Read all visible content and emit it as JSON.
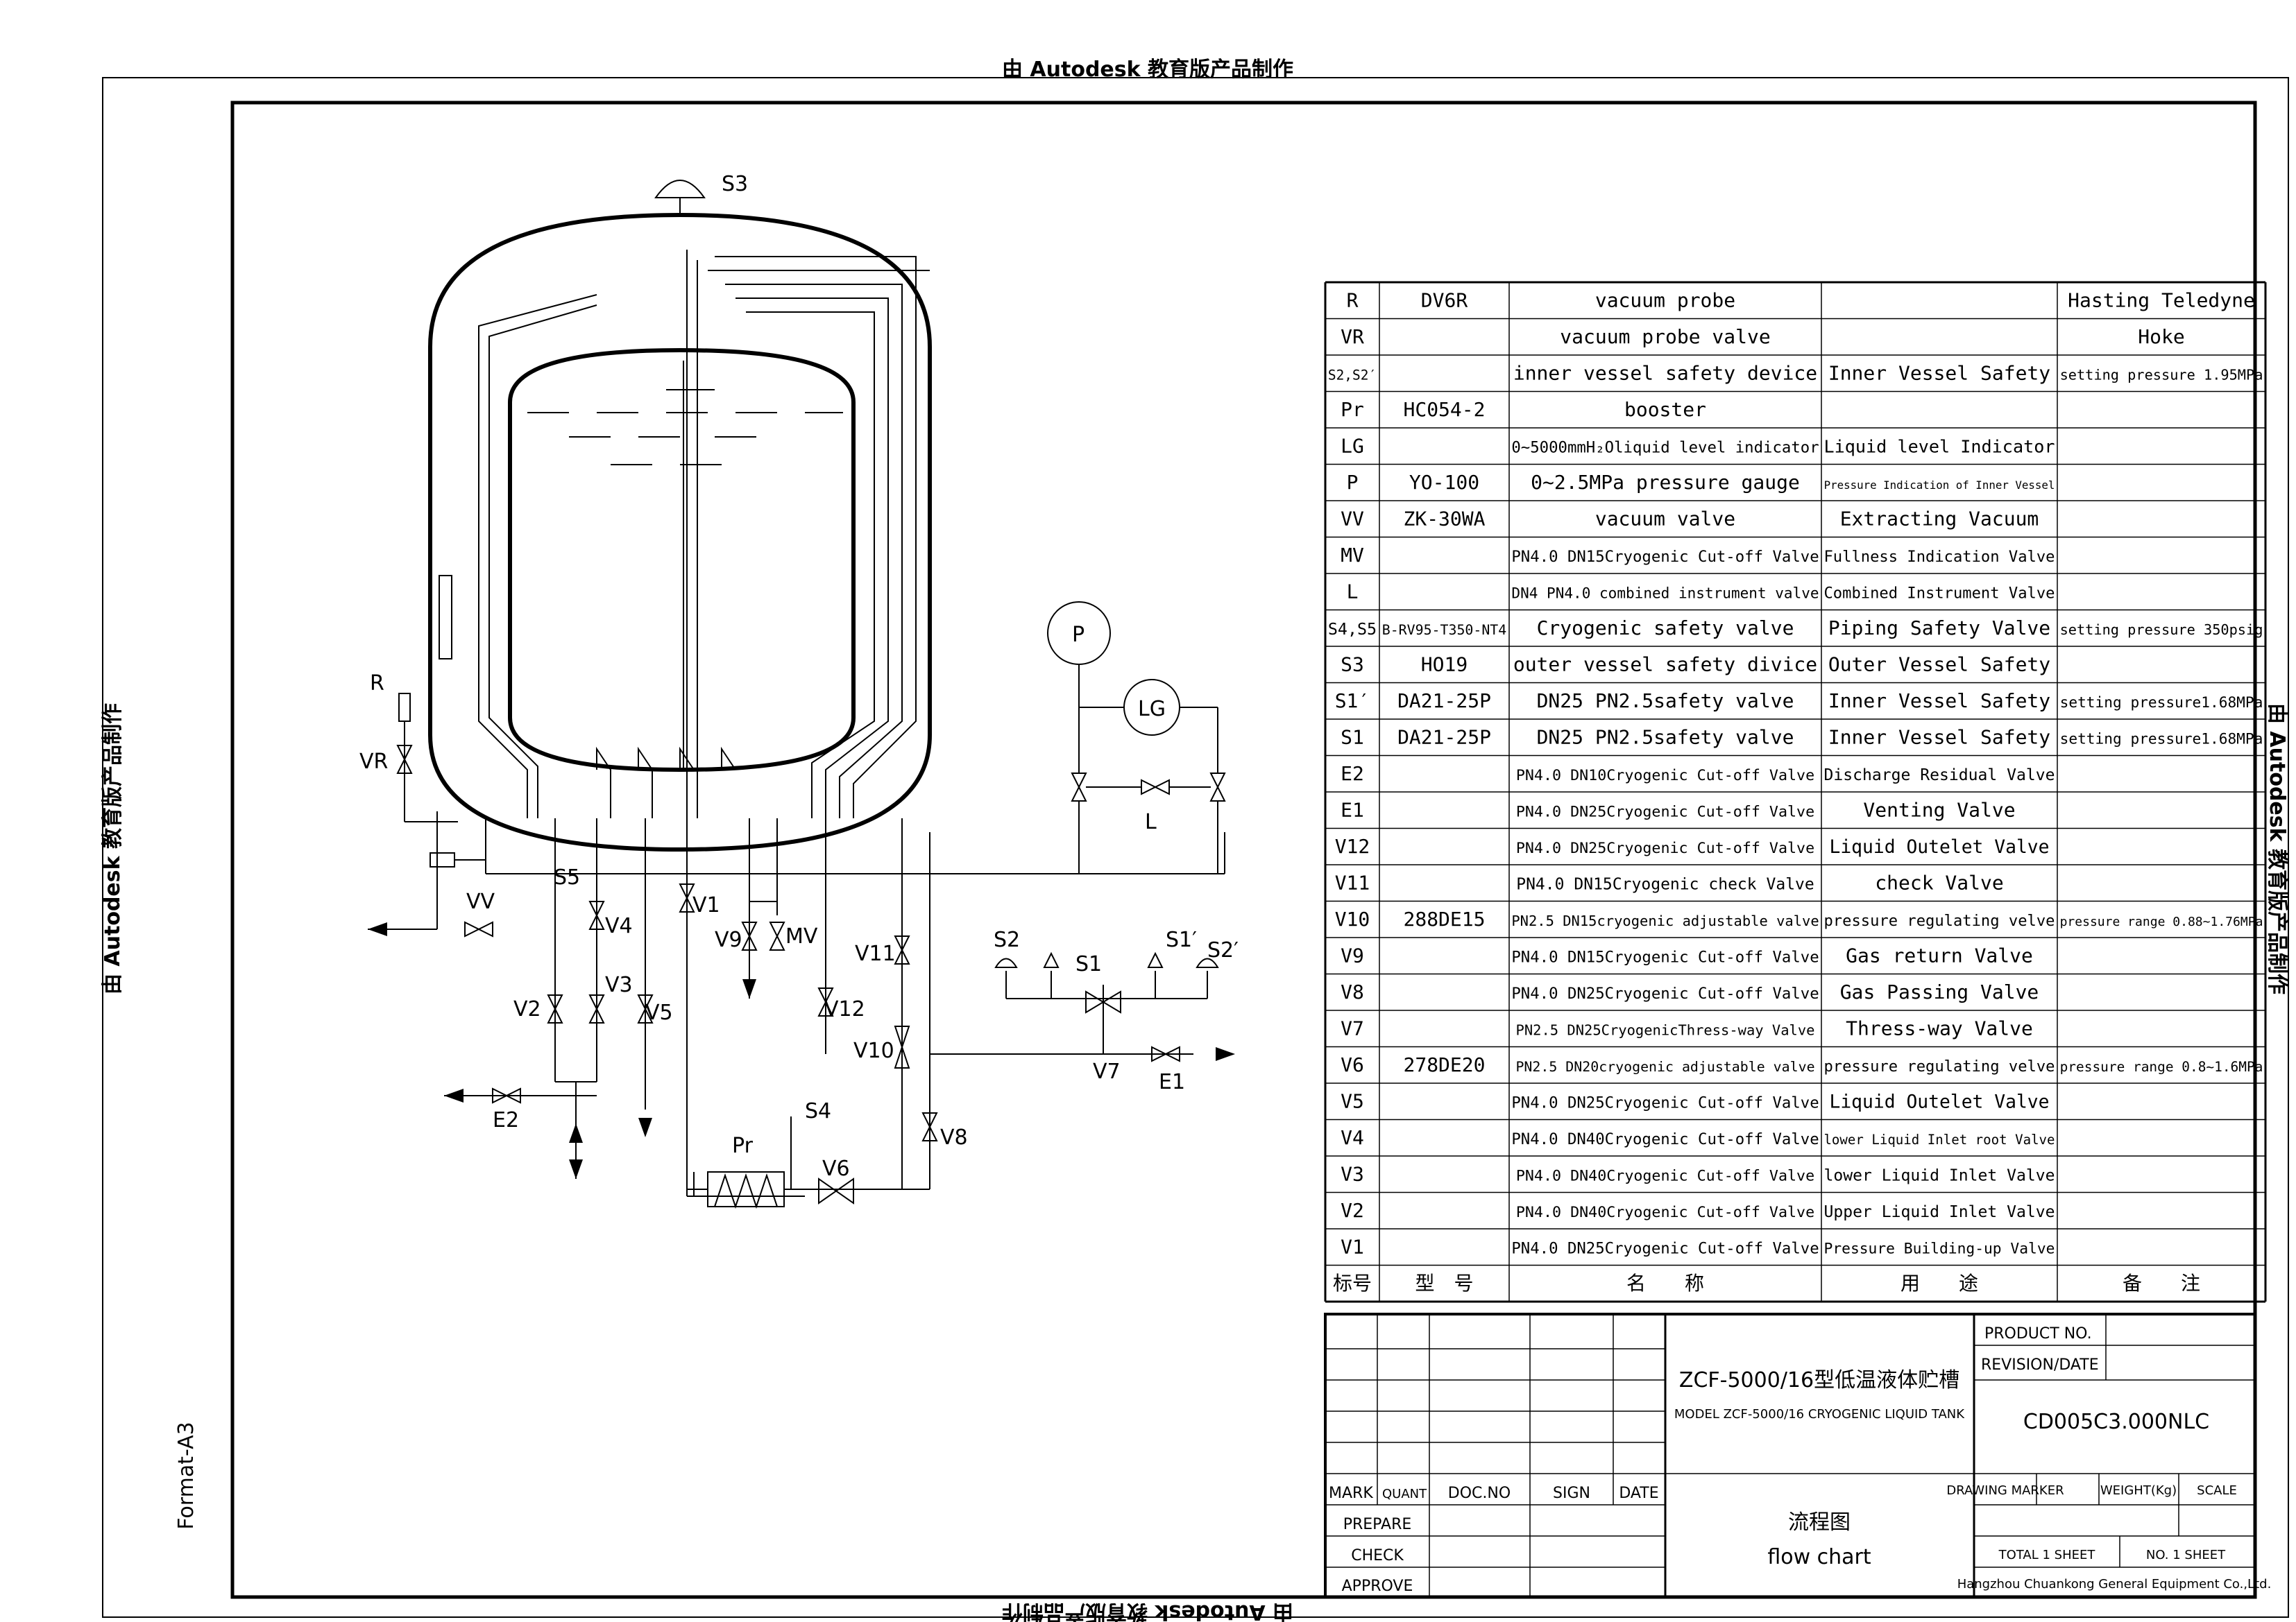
{
  "watermark": "由 Autodesk 教育版产品制作",
  "format_label": "Format-A3",
  "labels": {
    "S3": "S3",
    "R": "R",
    "VR": "VR",
    "VV": "VV",
    "S5": "S5",
    "V4": "V4",
    "V1": "V1",
    "V9": "V9",
    "MV": "MV",
    "V11": "V11",
    "V10": "V10",
    "V12": "V12",
    "V2": "V2",
    "V3": "V3",
    "V5": "V5",
    "E2": "E2",
    "Pr": "Pr",
    "S4": "S4",
    "V6": "V6",
    "V8": "V8",
    "P": "P",
    "LG": "LG",
    "L": "L",
    "S2": "S2",
    "S1": "S1",
    "S1p": "S1′",
    "S2p": "S2′",
    "V7": "V7",
    "E1": "E1"
  },
  "parts": {
    "headers": [
      "标号",
      "型　号",
      "名　　称",
      "用　　途",
      "备　　注"
    ],
    "rows": [
      [
        "R",
        "DV6R",
        "vacuum probe",
        "",
        "Hasting Teledyne"
      ],
      [
        "VR",
        "",
        "vacuum probe valve",
        "",
        "Hoke"
      ],
      [
        "S2,S2′",
        "",
        "inner vessel safety device",
        "Inner Vessel Safety",
        "setting pressure 1.95MPa"
      ],
      [
        "Pr",
        "HC054-2",
        "booster",
        "",
        ""
      ],
      [
        "LG",
        "",
        "0~5000mmH₂Oliquid level indicator",
        "Liquid level Indicator",
        ""
      ],
      [
        "P",
        "YO-100",
        "0~2.5MPa pressure gauge",
        "Pressure Indication of Inner Vessel",
        ""
      ],
      [
        "VV",
        "ZK-30WA",
        "vacuum valve",
        "Extracting Vacuum",
        ""
      ],
      [
        "MV",
        "",
        "PN4.0 DN15Cryogenic Cut-off Valve",
        "Fullness Indication Valve",
        ""
      ],
      [
        "L",
        "",
        "DN4 PN4.0 combined instrument valve",
        "Combined Instrument Valve",
        ""
      ],
      [
        "S4,S5",
        "B-RV95-T350-NT4",
        "Cryogenic safety valve",
        "Piping Safety Valve",
        "setting pressure 350psig"
      ],
      [
        "S3",
        "HO19",
        "outer vessel safety divice",
        "Outer Vessel Safety",
        ""
      ],
      [
        "S1′",
        "DA21-25P",
        "DN25 PN2.5safety valve",
        "Inner Vessel Safety",
        "setting pressure1.68MPa"
      ],
      [
        "S1",
        "DA21-25P",
        "DN25 PN2.5safety valve",
        "Inner Vessel Safety",
        "setting pressure1.68MPa"
      ],
      [
        "E2",
        "",
        "PN4.0  DN10Cryogenic Cut-off Valve",
        "Discharge Residual Valve",
        ""
      ],
      [
        "E1",
        "",
        "PN4.0  DN25Cryogenic Cut-off Valve",
        "Venting Valve",
        ""
      ],
      [
        "V12",
        "",
        "PN4.0  DN25Cryogenic Cut-off Valve",
        "Liquid  Outelet Valve",
        ""
      ],
      [
        "V11",
        "",
        "PN4.0  DN15Cryogenic check Valve",
        "check Valve",
        ""
      ],
      [
        "V10",
        "288DE15",
        "PN2.5 DN15cryogenic adjustable valve",
        "pressure regulating velve",
        "pressure range 0.88~1.76MPa"
      ],
      [
        "V9",
        "",
        "PN4.0 DN15Cryogenic Cut-off Valve",
        "Gas return Valve",
        ""
      ],
      [
        "V8",
        "",
        "PN4.0 DN25Cryogenic Cut-off Valve",
        "Gas Passing Valve",
        ""
      ],
      [
        "V7",
        "",
        "PN2.5  DN25CryogenicThress-way Valve",
        "Thress-way Valve",
        ""
      ],
      [
        "V6",
        "278DE20",
        "PN2.5  DN20cryogenic adjustable valve",
        "pressure regulating velve",
        "pressure range 0.8~1.6MPa"
      ],
      [
        "V5",
        "",
        "PN4.0 DN25Cryogenic Cut-off Valve",
        "Liquid  Outelet Valve",
        ""
      ],
      [
        "V4",
        "",
        "PN4.0 DN40Cryogenic Cut-off Valve",
        "lower Liquid Inlet root Valve",
        ""
      ],
      [
        "V3",
        "",
        "PN4.0 DN40Cryogenic  Cut-off Valve",
        "lower Liquid Inlet Valve",
        ""
      ],
      [
        "V2",
        "",
        "PN4.0 DN40Cryogenic  Cut-off Valve",
        "Upper Liquid Inlet Valve",
        ""
      ],
      [
        "V1",
        "",
        "PN4.0 DN25Cryogenic Cut-off Valve",
        "Pressure Building-up Valve",
        ""
      ]
    ]
  },
  "title_block": {
    "title_cn": "ZCF-5000/16型低温液体贮槽",
    "title_en": "MODEL ZCF-5000/16 CRYOGENIC LIQUID TANK",
    "product_no_label": "PRODUCT NO.",
    "revision_label": "REVISION/DATE",
    "drawing_no": "CD005C3.000NLC",
    "col_mark": "MARK",
    "col_quant": "QUANT",
    "col_docno": "DOC.NO",
    "col_sign": "SIGN",
    "col_date": "DATE",
    "prepare": "PREPARE",
    "check": "CHECK",
    "approve": "APPROVE",
    "chart_cn": "流程图",
    "chart_en": "flow chart",
    "drawing_marker": "DRAWING MARKER",
    "weight": "WEIGHT(Kg)",
    "scale": "SCALE",
    "total": "TOTAL 1 SHEET",
    "sheet_no": "NO.  1 SHEET",
    "company": "Hangzhou Chuankong General Equipment Co.,Ltd."
  }
}
